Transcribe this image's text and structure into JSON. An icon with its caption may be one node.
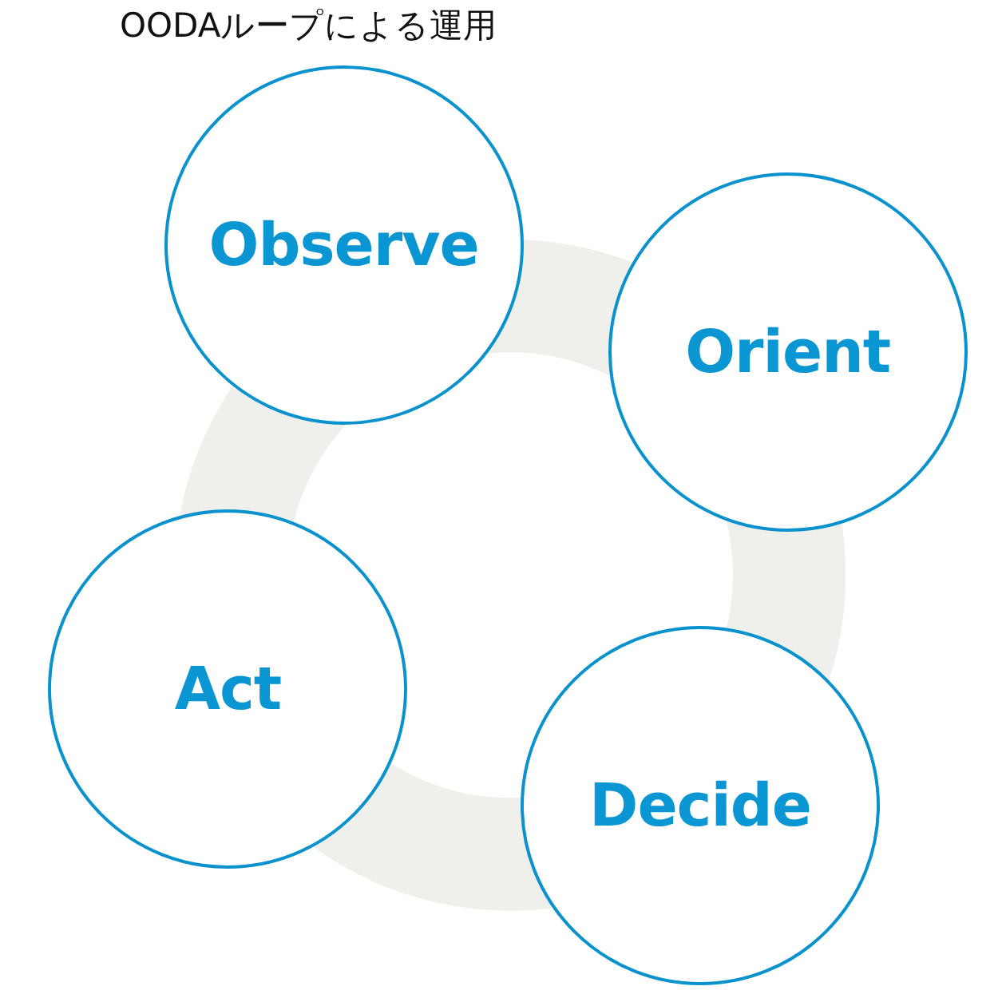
{
  "diagram": {
    "title": "OODAループによる運用",
    "nodes": [
      {
        "text": [
          "Observe"
        ]
      },
      {
        "text": [
          "Orient"
        ]
      },
      {
        "text": [
          "Decide"
        ]
      },
      {
        "text": [
          "Act"
        ]
      }
    ]
  }
}
